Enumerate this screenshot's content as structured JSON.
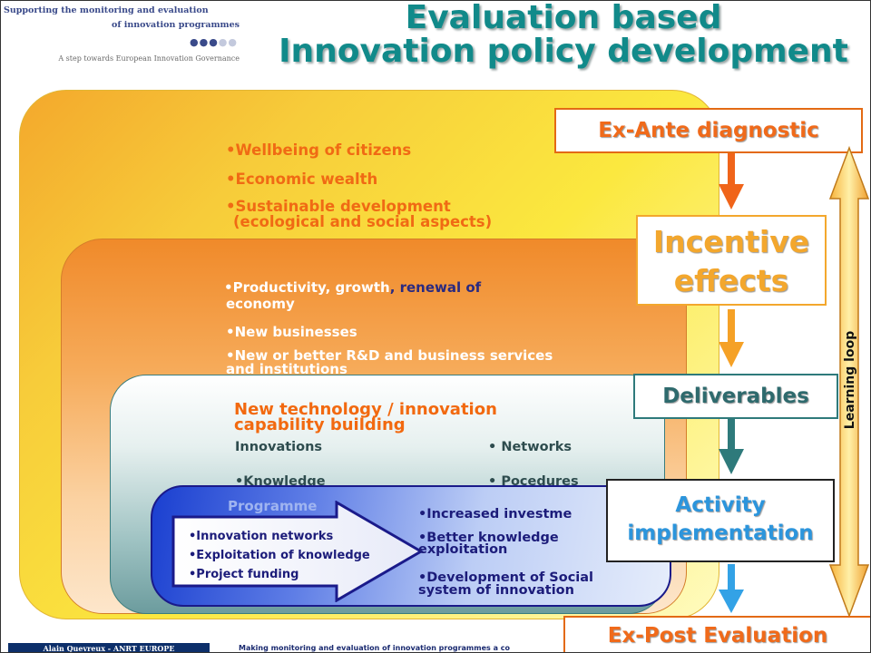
{
  "logo": {
    "line1": "Supporting the monitoring and evaluation",
    "line2": "of innovation programmes",
    "line3": "A step towards European Innovation Governance"
  },
  "title": {
    "line1": "Evaluation based",
    "line2": "Innovation policy development"
  },
  "zones": {
    "outer": {
      "items": [
        "•Wellbeing of citizens",
        "•Economic wealth",
        "•Sustainable development",
        "(ecological and social aspects)"
      ]
    },
    "second": {
      "items": [
        {
          "main": "•Productivity, growth",
          "accent": ", renewal of"
        },
        {
          "main": "economy",
          "accent": ""
        },
        {
          "main": "•New businesses",
          "accent": ""
        },
        {
          "main": "•New or better R&D and business services",
          "accent": ""
        },
        {
          "main": "and institutions",
          "accent": ""
        }
      ]
    },
    "third": {
      "heading_line1": "New technology / innovation",
      "heading_line2": "capability building",
      "items": [
        "Innovations",
        "• Networks",
        "•Knowledge",
        "• Pocedures"
      ]
    },
    "inner": {
      "label": "Programme",
      "arrow_items": [
        "•Innovation networks",
        "•Exploitation of knowledge",
        "•Project funding"
      ],
      "results": [
        "•Increased investme",
        "•Better knowledge",
        "exploitation",
        "•Development of Social",
        "system of innovation"
      ]
    }
  },
  "stages": {
    "exante": "Ex-Ante diagnostic",
    "incentive_line1": "Incentive",
    "incentive_line2": "effects",
    "deliverables": "Deliverables",
    "activity_line1": "Activity",
    "activity_line2": "implementation",
    "expost": "Ex-Post Evaluation"
  },
  "stage_colors": {
    "exante": "#f06a1a",
    "incentive": "#f3a72d",
    "deliverables": "#2e6a6d",
    "activity": "#2c95dc",
    "expost": "#f06a1a",
    "arrow1": "#f0641a",
    "arrow2": "#f5a126",
    "arrow3": "#2e7a7b",
    "arrow4": "#33a2e6"
  },
  "loop": {
    "label": "Learning loop"
  },
  "footer": {
    "left": "Alain Quevreux - ANRT EUROPE",
    "right": "Making  monitoring and evaluation of innovation programmes a co"
  }
}
